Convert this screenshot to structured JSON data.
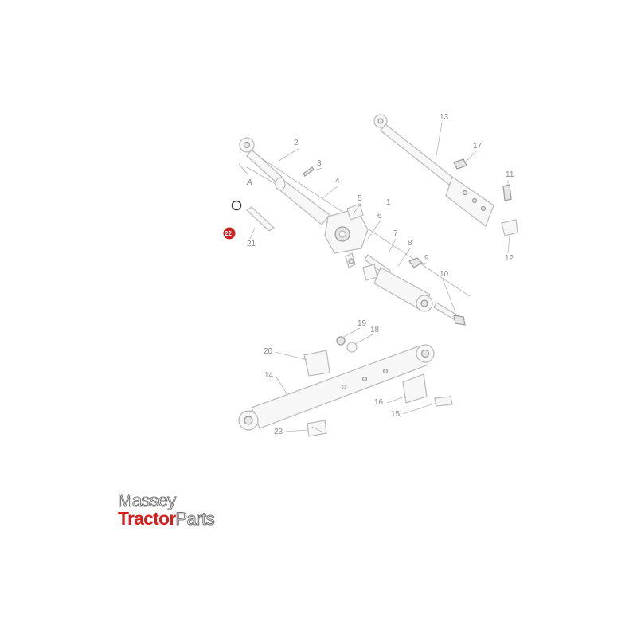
{
  "diagram": {
    "callouts": [
      "1",
      "2",
      "3",
      "4",
      "5",
      "6",
      "7",
      "8",
      "9",
      "10",
      "11",
      "12",
      "13",
      "14",
      "15",
      "16",
      "17",
      "18",
      "19",
      "20",
      "21",
      "22",
      "23"
    ],
    "dimension_mark": "A",
    "highlighted_callout": "22"
  },
  "logo": {
    "line1": "Massey",
    "line2_brand": "Tractor",
    "line2_suffix": "Parts"
  },
  "colors": {
    "highlight": "#cc1f1f",
    "brand_red": "#d41f1f",
    "linework": "#b9b9b9",
    "label": "#8a8a8a"
  }
}
